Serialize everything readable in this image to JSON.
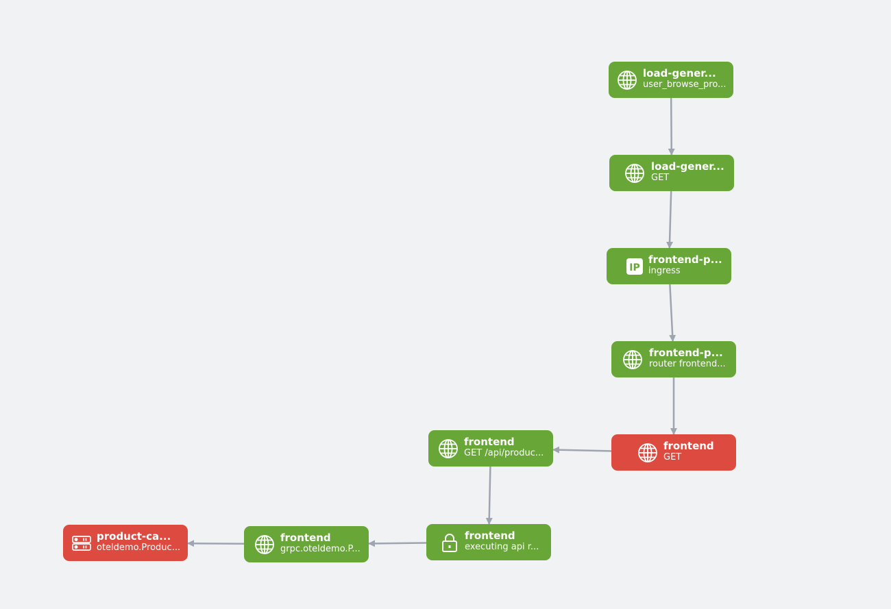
{
  "diagram": {
    "nodes": [
      {
        "id": "n1",
        "service": "load-gener...",
        "operation": "user_browse_pro...",
        "status": "ok",
        "icon": "globe-icon"
      },
      {
        "id": "n2",
        "service": "load-gener...",
        "operation": "GET",
        "status": "ok",
        "icon": "globe-icon"
      },
      {
        "id": "n3",
        "service": "frontend-p...",
        "operation": "ingress",
        "status": "ok",
        "icon": "ip-icon"
      },
      {
        "id": "n4",
        "service": "frontend-p...",
        "operation": "router frontend...",
        "status": "ok",
        "icon": "globe-icon"
      },
      {
        "id": "n5",
        "service": "frontend",
        "operation": "GET",
        "status": "error",
        "icon": "globe-icon"
      },
      {
        "id": "n6",
        "service": "frontend",
        "operation": "GET /api/produc...",
        "status": "ok",
        "icon": "globe-icon"
      },
      {
        "id": "n7",
        "service": "frontend",
        "operation": "executing api r...",
        "status": "ok",
        "icon": "lock-icon"
      },
      {
        "id": "n8",
        "service": "frontend",
        "operation": "grpc.oteldemo.P...",
        "status": "ok",
        "icon": "globe-icon"
      },
      {
        "id": "n9",
        "service": "product-ca...",
        "operation": "oteldemo.Produc...",
        "status": "error",
        "icon": "database-icon"
      }
    ],
    "edges": [
      {
        "from": "n1",
        "to": "n2"
      },
      {
        "from": "n2",
        "to": "n3"
      },
      {
        "from": "n3",
        "to": "n4"
      },
      {
        "from": "n4",
        "to": "n5"
      },
      {
        "from": "n5",
        "to": "n6"
      },
      {
        "from": "n6",
        "to": "n7"
      },
      {
        "from": "n7",
        "to": "n8"
      },
      {
        "from": "n8",
        "to": "n9"
      }
    ],
    "colors": {
      "ok": "#67a637",
      "error": "#dd4b40",
      "edge": "#9ea4b0",
      "background": "#f1f2f4"
    }
  }
}
